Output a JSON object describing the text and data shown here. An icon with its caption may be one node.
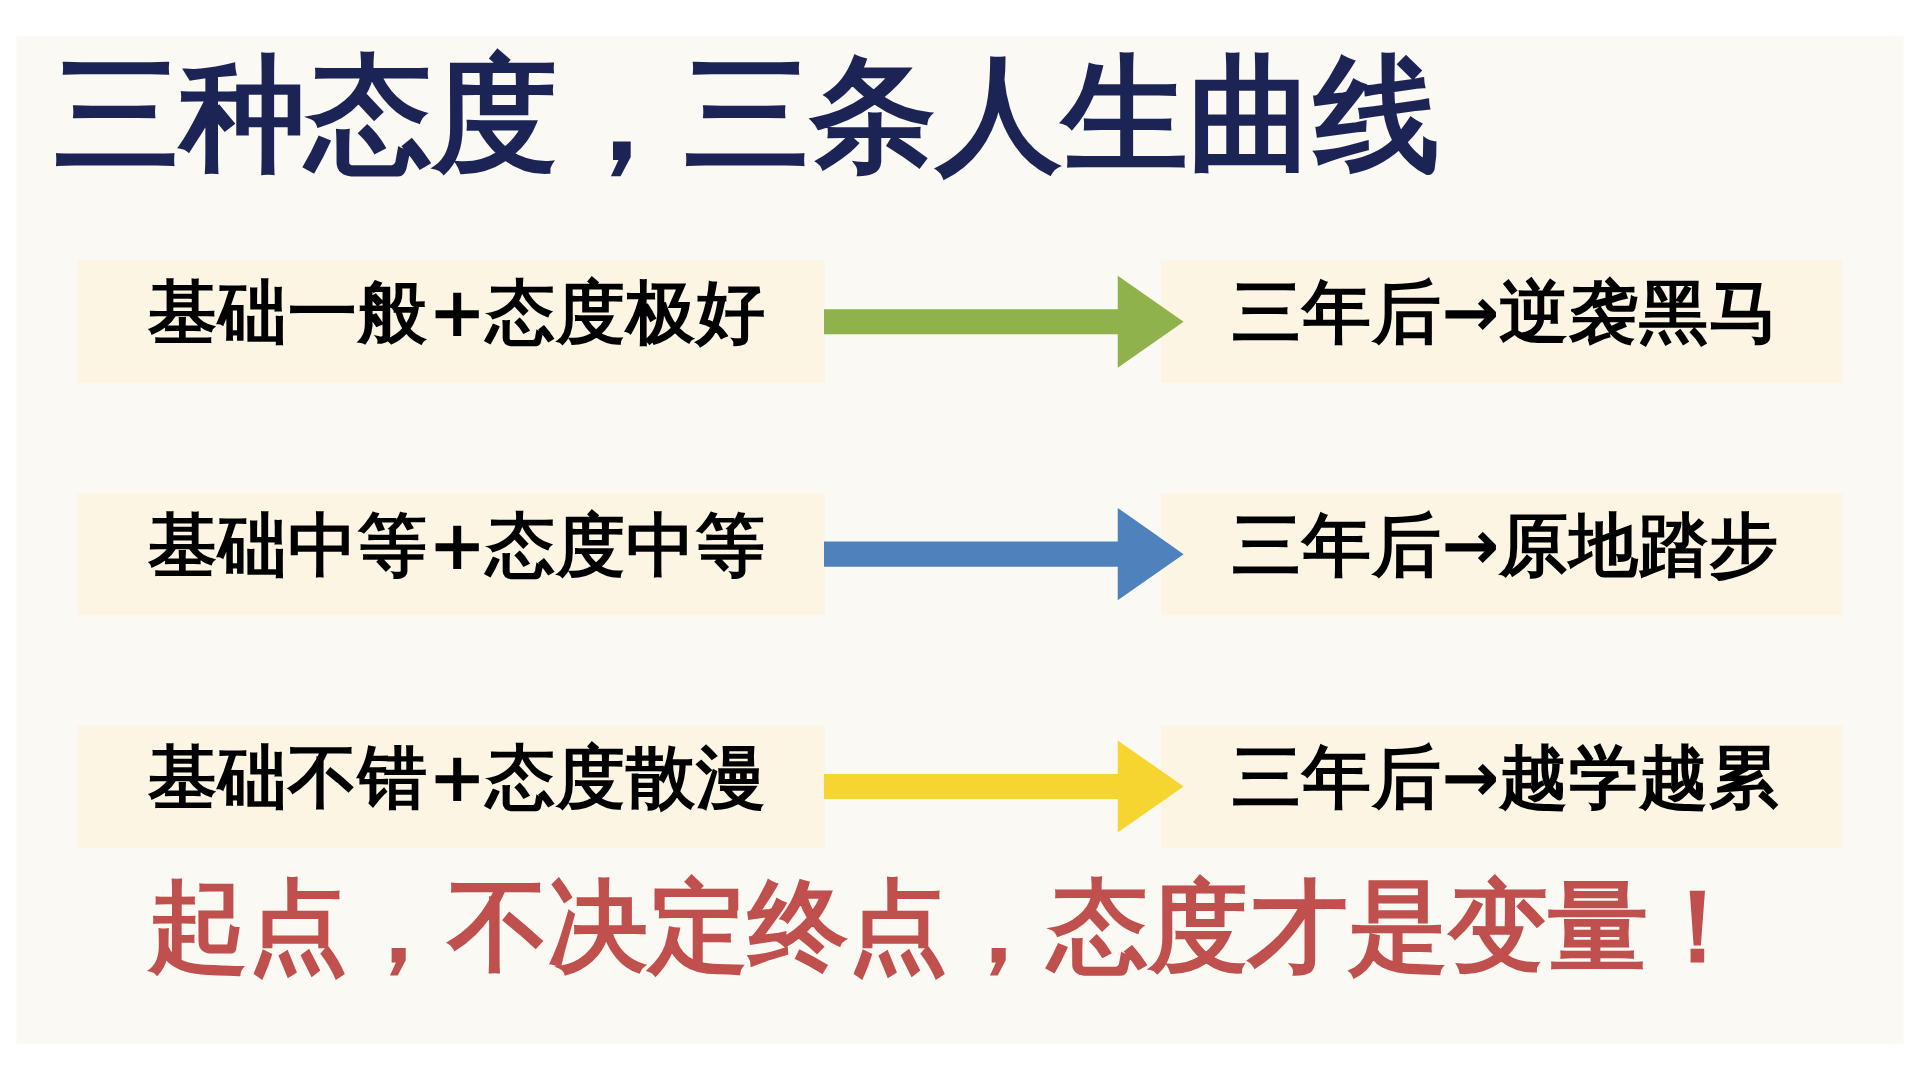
{
  "diagram": {
    "title": "三种态度，三条人生曲线",
    "caption": "起点，不决定终点，态度才是变量！",
    "nodes": [
      {
        "text": [
          "基础一般+态度极好"
        ]
      },
      {
        "text": [
          "三年后→逆袭黑马"
        ]
      },
      {
        "text": [
          "基础中等+态度中等"
        ]
      },
      {
        "text": [
          "三年后→原地踏步"
        ]
      },
      {
        "text": [
          "基础不错+态度散漫"
        ]
      },
      {
        "text": [
          "三年后→越学越累"
        ]
      }
    ],
    "edges": [
      {
        "from": 0,
        "to": 1,
        "arrow": "to",
        "color": "#8fb24c"
      },
      {
        "from": 2,
        "to": 3,
        "arrow": "to",
        "color": "#4f81bd"
      },
      {
        "from": 4,
        "to": 5,
        "arrow": "to",
        "color": "#f7d531"
      }
    ]
  }
}
